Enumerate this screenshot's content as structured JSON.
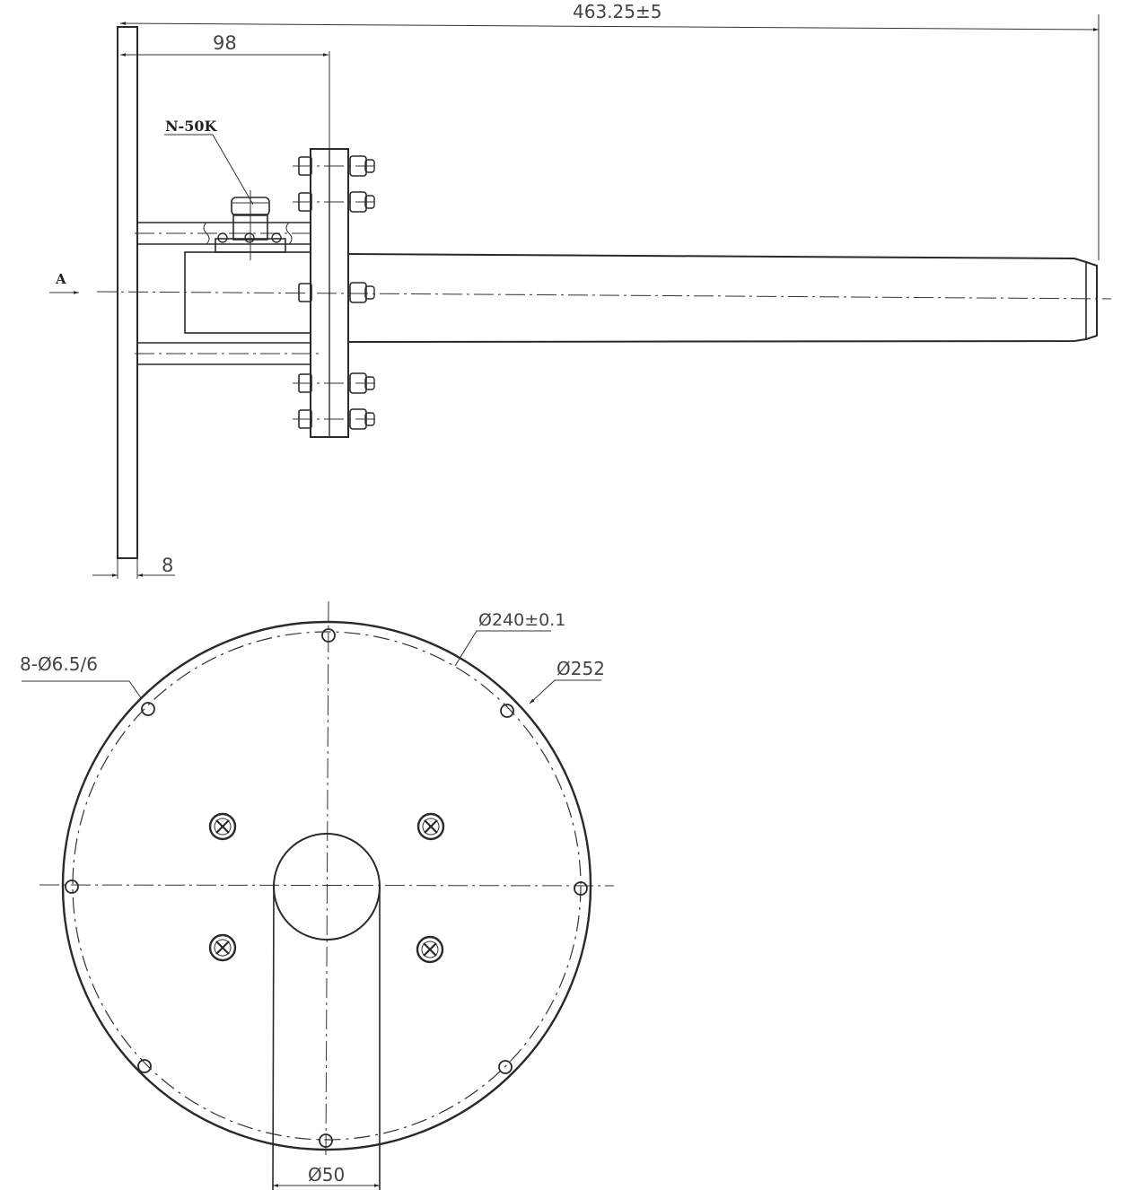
{
  "drawing": {
    "side_view": {
      "overall_length_label": "463.25±5",
      "flange_offset_label": "98",
      "plate_thickness_label": "8",
      "connector_label": "N-50K",
      "view_arrow_label": "A"
    },
    "front_view": {
      "hole_callout_label": "8-Ø6.5∕6",
      "bolt_circle_label": "Ø240±0.1",
      "outer_diameter_label": "Ø252",
      "tube_diameter_label": "Ø50",
      "mounting_holes_count": 8,
      "screw_count": 4
    },
    "colors": {
      "line": "#2a2a2a",
      "background": "#ffffff"
    }
  }
}
